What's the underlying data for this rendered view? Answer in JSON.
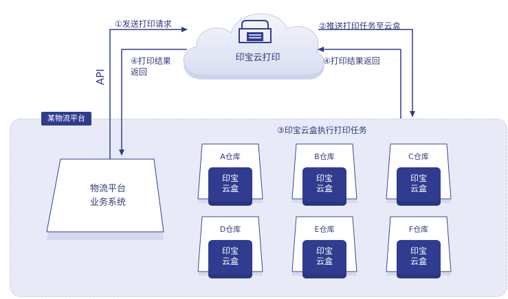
{
  "platform": {
    "tag": "某物流平台"
  },
  "biz_system": {
    "line1": "物流平台",
    "line2": "业务系统"
  },
  "cloud": {
    "title": "印宝云打印"
  },
  "api_label": "API",
  "steps": {
    "step1": "①发送打印请求",
    "step2": "②推送打印任务至云盒",
    "step3": "③印宝云盒执行打印任务",
    "step4_left_line1": "④打印结果",
    "step4_left_line2": "返回",
    "step4_right": "④打印结果返回"
  },
  "warehouses": [
    {
      "name": "A仓库",
      "box_line1": "印宝",
      "box_line2": "云盒"
    },
    {
      "name": "B仓库",
      "box_line1": "印宝",
      "box_line2": "云盒"
    },
    {
      "name": "C仓库",
      "box_line1": "印宝",
      "box_line2": "云盒"
    },
    {
      "name": "D仓库",
      "box_line1": "印宝",
      "box_line2": "云盒"
    },
    {
      "name": "E仓库",
      "box_line1": "印宝",
      "box_line2": "云盒"
    },
    {
      "name": "F仓库",
      "box_line1": "印宝",
      "box_line2": "云盒"
    }
  ],
  "colors": {
    "navy": "#2f3c8f",
    "text": "#2f3a7a",
    "area_fill": "#e8ebf7",
    "card_border": "#3a4590",
    "cloud_fill": "#e9ecf8"
  }
}
